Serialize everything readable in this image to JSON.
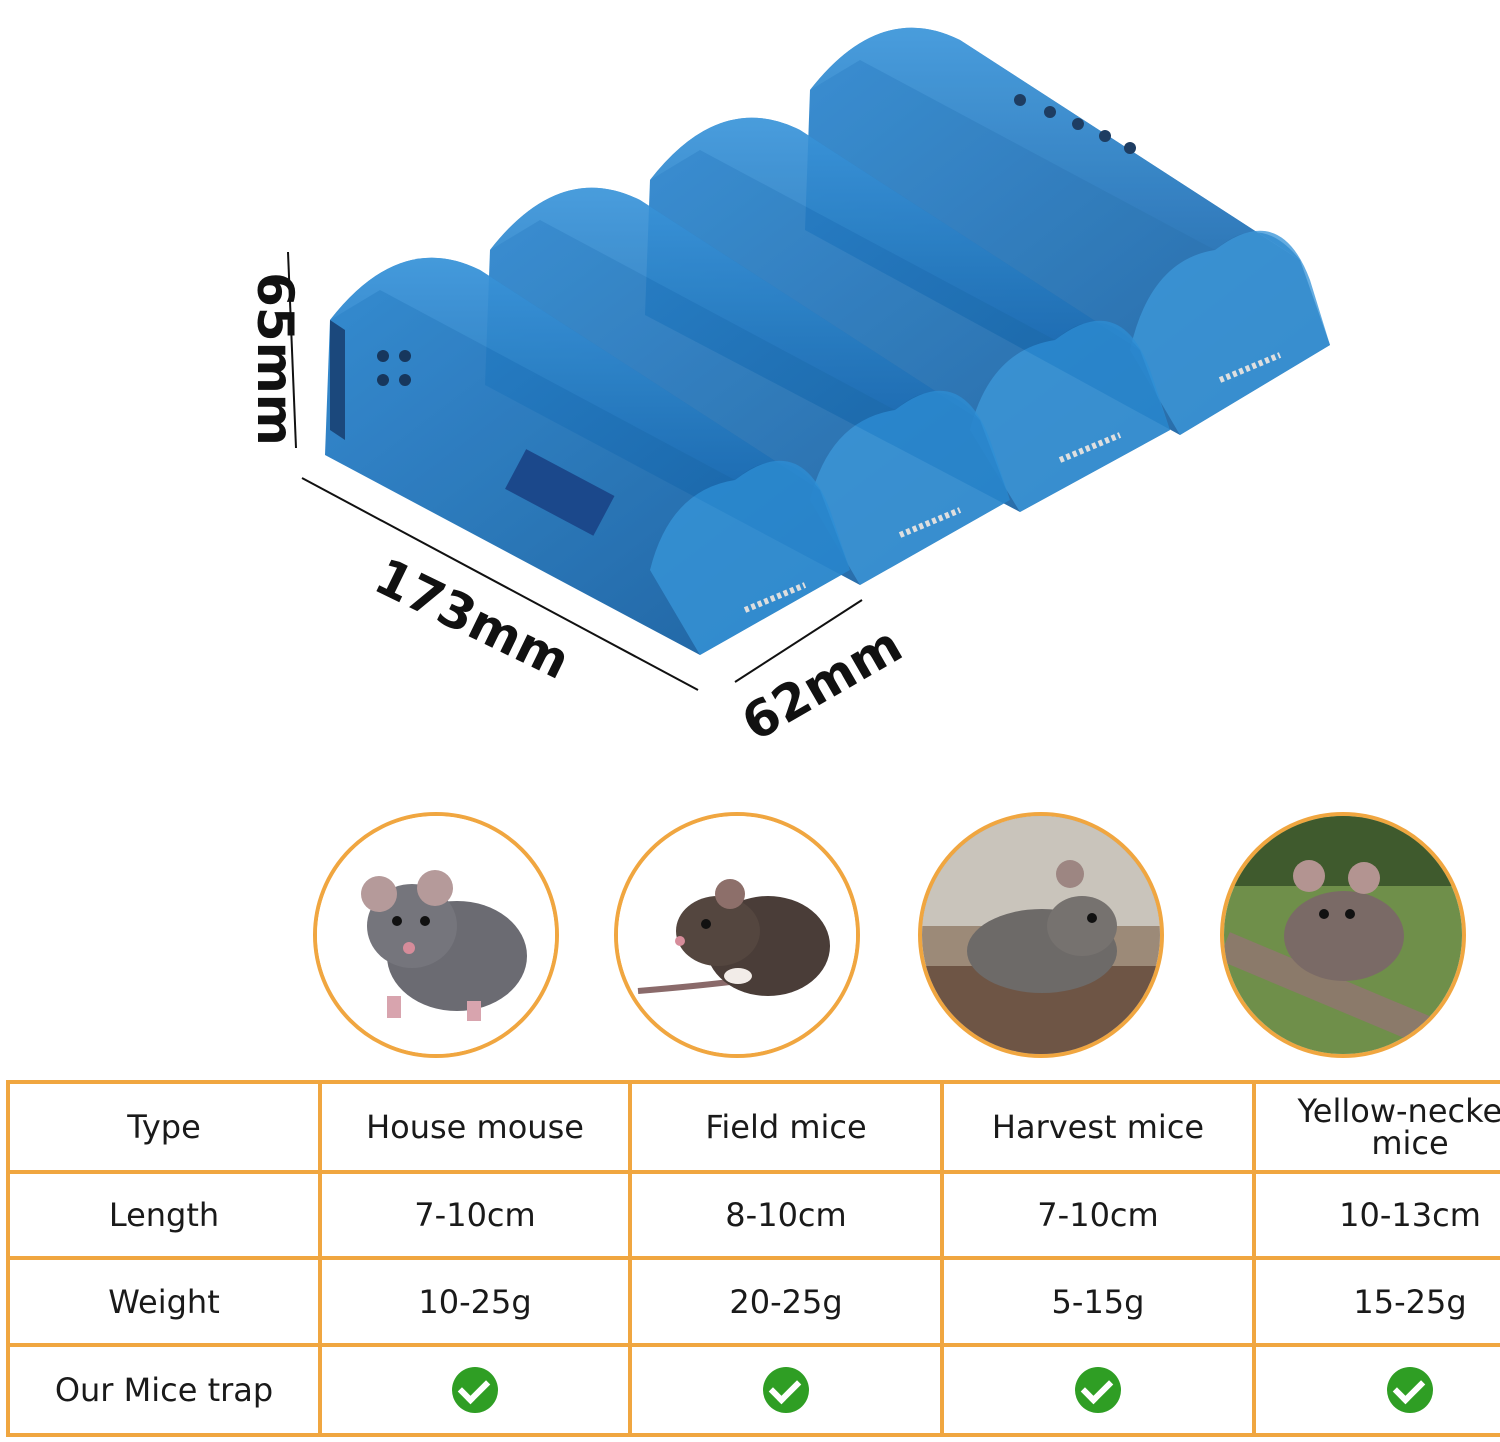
{
  "dimensions": {
    "height": "65mm",
    "length": "173mm",
    "width": "62mm"
  },
  "colors": {
    "trap_blue": "#1e6fb5",
    "border_orange": "#f0a640",
    "check_green": "#2f9e24"
  },
  "table": {
    "header": [
      "Type",
      "House mouse",
      "Field mice",
      "Harvest mice",
      "Yellow-necked mice"
    ],
    "length": [
      "Length",
      "7-10cm",
      "8-10cm",
      "7-10cm",
      "10-13cm"
    ],
    "weight": [
      "Weight",
      "10-25g",
      "20-25g",
      "5-15g",
      "15-25g"
    ],
    "trap": {
      "label": "Our Mice trap",
      "checks": [
        "check-icon",
        "check-icon",
        "check-icon",
        "check-icon"
      ]
    }
  }
}
